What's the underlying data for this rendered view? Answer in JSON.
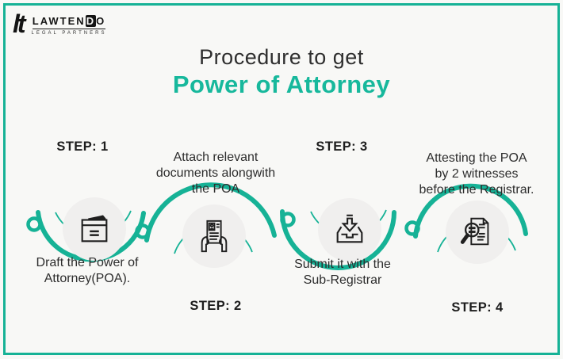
{
  "brand": {
    "monogram": "lt",
    "name_main": "LAWTEN",
    "name_d": "D",
    "name_o": "O",
    "tagline": "LEGAL PARTNERS"
  },
  "title": {
    "line1": "Procedure to get",
    "line2": "Power of Attorney"
  },
  "steps": [
    {
      "label": "STEP: 1",
      "icon": "draft-document-icon",
      "caption_lines": [
        "Draft the Power of",
        "Attorney(POA)."
      ]
    },
    {
      "label": "STEP: 2",
      "icon": "hands-holding-document-icon",
      "caption_lines": [
        "Attach relevant",
        "documents alongwith",
        "the POA"
      ]
    },
    {
      "label": "STEP: 3",
      "icon": "inbox-submit-icon",
      "caption_lines": [
        "Submit it with the",
        "Sub-Registrar"
      ]
    },
    {
      "label": "STEP: 4",
      "icon": "magnifier-document-icon",
      "caption_lines": [
        "Attesting the POA",
        "by 2 witnesses",
        "before the Registrar."
      ]
    }
  ],
  "colors": {
    "accent_teal": "#16b296",
    "title_teal": "#17b89c",
    "text_dark": "#2d2d2d",
    "circle_gray": "#f0efee",
    "icon_stroke": "#1f1f1f",
    "background": "#f8f8f6"
  }
}
